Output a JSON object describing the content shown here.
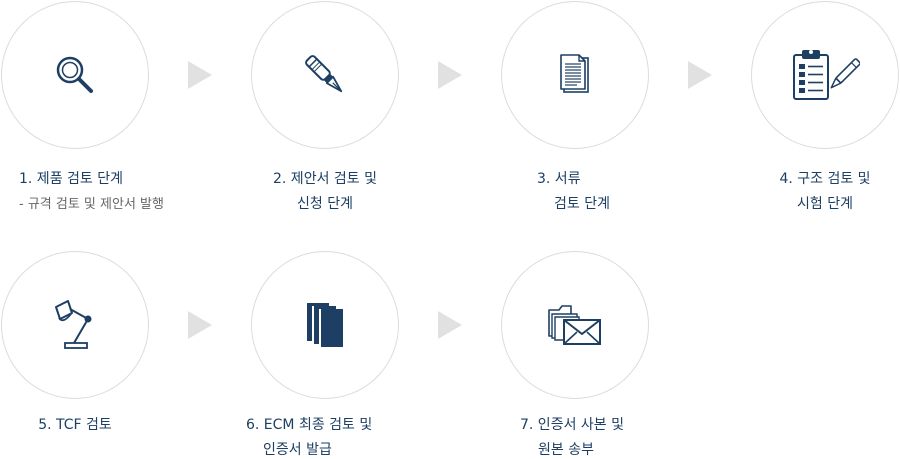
{
  "steps": [
    {
      "line1": "1. 제품 검토 단계",
      "line2": "- 규격 검토 및 제안서 발행",
      "icon": "magnifier-icon"
    },
    {
      "line1": "2. 제안서 검토 및",
      "line2": "신청 단계",
      "icon": "fountain-pen-icon"
    },
    {
      "line1": "3. 서류",
      "line2": "검토 단계",
      "icon": "document-icon"
    },
    {
      "line1": "4. 구조 검토 및",
      "line2": "시험 단계",
      "icon": "clipboard-pen-icon"
    },
    {
      "line1": "5. TCF 검토",
      "icon": "desk-lamp-icon"
    },
    {
      "line1": "6. ECM 최종 검토 및",
      "line2": "인증서 발급",
      "icon": "certificate-stack-icon"
    },
    {
      "line1": "7. 인증서 사본 및",
      "line2": "원본 송부",
      "icon": "folder-envelope-icon"
    }
  ],
  "colors": {
    "icon": "#1d3f63",
    "text": "#1d3f63",
    "sub_text": "#666666",
    "circle_border": "#dcdcdc",
    "arrow": "#e1e1e1"
  }
}
